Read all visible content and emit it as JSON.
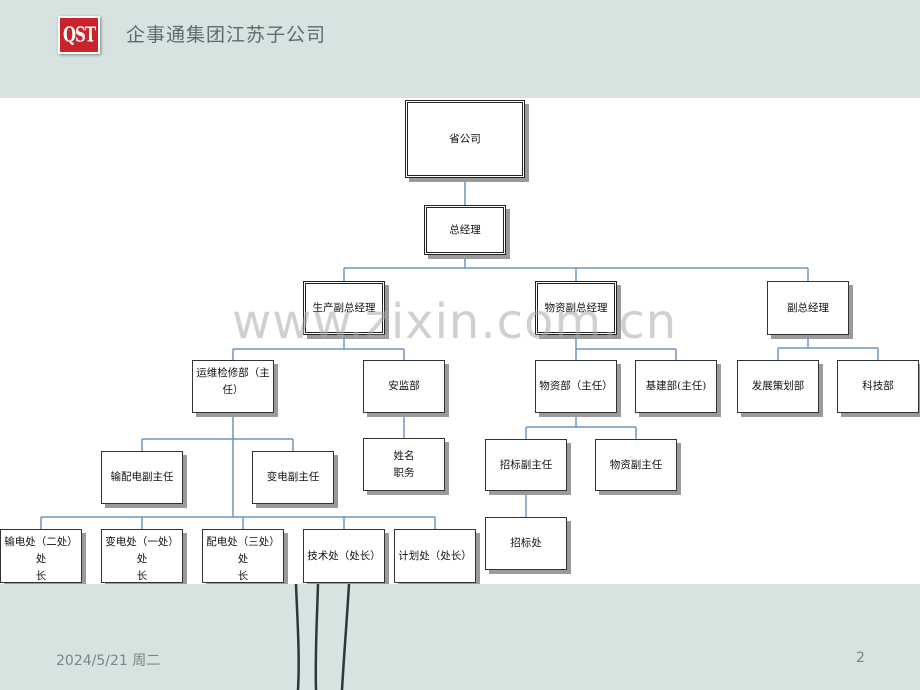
{
  "header": {
    "logo_text": "QST",
    "company_name": "企事通集团江苏子公司"
  },
  "org_chart": {
    "nodes": {
      "province_company": "省公司",
      "general_manager": "总经理",
      "production_vgm": "生产副总经理",
      "materials_vgm": "物资副总经理",
      "vice_gm": "副总经理",
      "ops_maintenance": "运维检修部（主\n任）",
      "safety_supervision": "安监部",
      "materials_dept": "物资部（主任）",
      "infrastructure_dept": "基建部(主任)",
      "development_planning": "发展策划部",
      "technology_dept": "科技部",
      "transmission_deputy": "输配电副主任",
      "substation_deputy": "变电副主任",
      "name_position": "姓名\n职务",
      "bidding_deputy": "招标副主任",
      "materials_deputy": "物资副主任",
      "bidding_office": "招标处",
      "transmission_office_2": "输电处（二处）处\n长",
      "substation_office_1": "变电处（一处）处\n长",
      "distribution_office_3": "配电处（三处）处\n长",
      "technical_office": "技术处（处长）",
      "planning_office": "计划处（处长）"
    },
    "edges": [
      [
        "province_company",
        "general_manager"
      ],
      [
        "general_manager",
        "production_vgm"
      ],
      [
        "general_manager",
        "materials_vgm"
      ],
      [
        "general_manager",
        "vice_gm"
      ],
      [
        "production_vgm",
        "ops_maintenance"
      ],
      [
        "production_vgm",
        "safety_supervision"
      ],
      [
        "materials_vgm",
        "materials_dept"
      ],
      [
        "materials_vgm",
        "infrastructure_dept"
      ],
      [
        "vice_gm",
        "development_planning"
      ],
      [
        "vice_gm",
        "technology_dept"
      ],
      [
        "ops_maintenance",
        "transmission_deputy"
      ],
      [
        "ops_maintenance",
        "substation_deputy"
      ],
      [
        "safety_supervision",
        "name_position"
      ],
      [
        "materials_dept",
        "bidding_deputy"
      ],
      [
        "materials_dept",
        "materials_deputy"
      ],
      [
        "bidding_deputy",
        "bidding_office"
      ],
      [
        "ops_maintenance",
        "transmission_office_2"
      ],
      [
        "ops_maintenance",
        "substation_office_1"
      ],
      [
        "ops_maintenance",
        "distribution_office_3"
      ],
      [
        "ops_maintenance",
        "technical_office"
      ],
      [
        "ops_maintenance",
        "planning_office"
      ]
    ]
  },
  "watermark": "www.zixin.com.cn",
  "footer": {
    "date": "2024/5/21 周二",
    "page_number": "2"
  },
  "colors": {
    "background": "#d6e3e0",
    "connector": "#6d95c2",
    "logo": "#c9232b"
  }
}
